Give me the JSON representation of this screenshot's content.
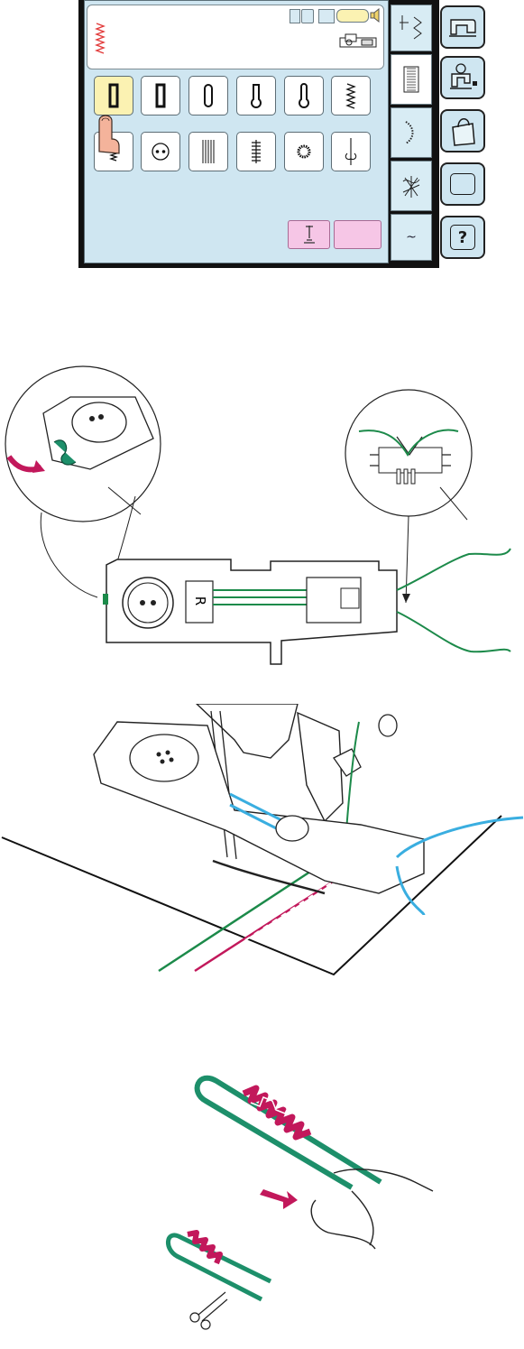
{
  "screen": {
    "icons": {
      "status": [
        "needle-position-icon",
        "thread-tension-icon",
        "presser-foot-icon",
        "speed-bar",
        "sound-icon"
      ],
      "patterns": [
        "square-buttonhole-icon",
        "standard-buttonhole-icon",
        "round-end-buttonhole-icon",
        "keyhole-buttonhole-icon",
        "keyhole-round-buttonhole-icon",
        "stretch-buttonhole-icon",
        "bound-buttonhole-icon",
        "button-sewing-icon",
        "darning-icon",
        "bar-tack-icon",
        "eyelet-icon",
        "corded-icon"
      ],
      "tabs": [
        "utility-stitch-tab",
        "buttonhole-tab",
        "decorative-stitch-tab",
        "applique-tab",
        "more-tab"
      ],
      "side": [
        "machine-settings-icon",
        "embroidery-machine-icon",
        "bag-icon",
        "blank-key",
        "help-key"
      ]
    },
    "tab_more_label": "~",
    "help_label": "?",
    "accent_colors": {
      "selected": "#fbf2b2",
      "lcd": "#cfe6f1",
      "action": "#f6c6e6",
      "hand": "#f4b39b"
    }
  },
  "illustrations": {
    "colors": {
      "green_thread": "#1c8a4a",
      "blue_thread": "#3aaee0",
      "magenta": "#c2185b"
    },
    "foot_label": "R"
  }
}
